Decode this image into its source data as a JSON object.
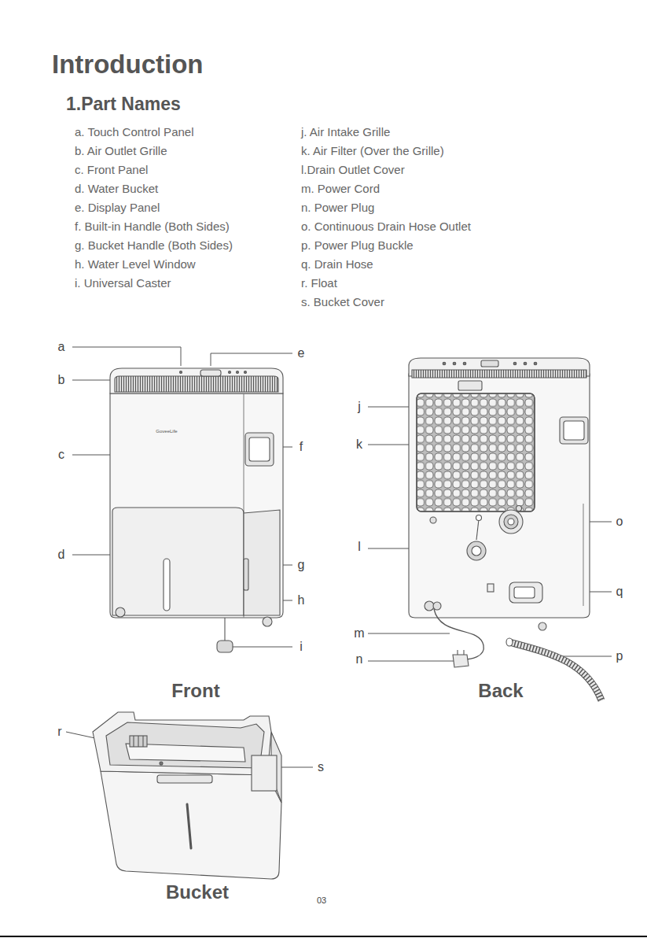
{
  "diagram": {
    "title": "Introduction",
    "labels": [
      "1.Part Names",
      "a. Touch Control Panel",
      "b. Air Outlet Grille",
      "c. Front Panel",
      "d. Water Bucket",
      "e. Display Panel",
      "f. Built-in Handle (Both Sides)",
      "g. Bucket Handle (Both Sides)",
      "h. Water Level Window",
      "i. Universal Caster",
      "j. Air Intake Grille",
      "k. Air Filter (Over the Grille)",
      "l.Drain Outlet Cover",
      "m. Power Cord",
      "n. Power Plug",
      "o. Continuous Drain Hose Outlet",
      "p. Power Plug Buckle",
      "q. Drain Hose",
      "r. Float",
      "s. Bucket Cover",
      "a",
      "b",
      "c",
      "d",
      "e",
      "f",
      "g",
      "h",
      "i",
      "j",
      "k",
      "l",
      "m",
      "n",
      "o",
      "p",
      "q",
      "r",
      "s",
      "GoveeLife",
      "Front",
      "Back",
      "Bucket",
      "03"
    ]
  }
}
